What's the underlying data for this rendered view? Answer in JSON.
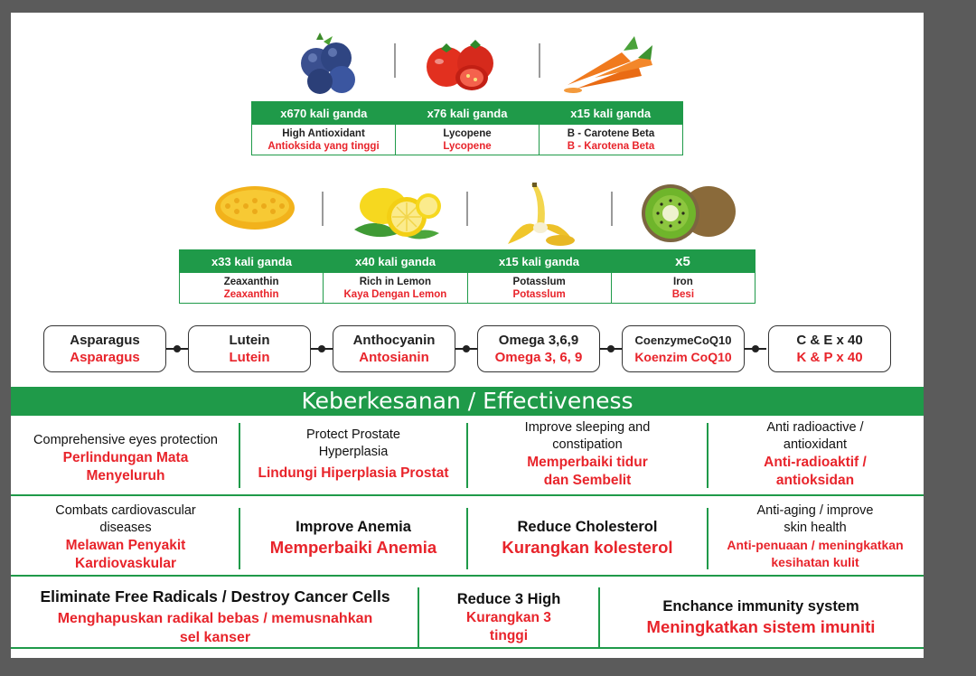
{
  "colors": {
    "green": "#1f9a49",
    "red": "#e8242b",
    "frame": "#5b5b5b"
  },
  "row1": {
    "fruits": [
      "blueberry-icon",
      "tomato-icon",
      "carrot-icon"
    ],
    "multipliers": [
      "x670  kali ganda",
      "x76  kali ganda",
      "x15  kali ganda"
    ],
    "items": [
      {
        "en": "High Antioxidant",
        "my": "Antioksida yang tinggi"
      },
      {
        "en": "Lycopene",
        "my": "Lycopene"
      },
      {
        "en": "B - Carotene Beta",
        "my": "B - Karotena Beta"
      }
    ]
  },
  "row2": {
    "fruits": [
      "corn-icon",
      "lemon-icon",
      "banana-icon",
      "kiwi-icon"
    ],
    "multipliers": [
      "x33  kali ganda",
      "x40  kali ganda",
      "x15  kali ganda",
      "x5"
    ],
    "items": [
      {
        "en": "Zeaxanthin",
        "my": "Zeaxanthin"
      },
      {
        "en": "Rich in Lemon",
        "my": "Kaya Dengan Lemon"
      },
      {
        "en": "Potasslum",
        "my": "Potasslum"
      },
      {
        "en": "Iron",
        "my": "Besi"
      }
    ]
  },
  "nutrients": [
    {
      "en": "Asparagus",
      "my": "Asparagus"
    },
    {
      "en": "Lutein",
      "my": "Lutein"
    },
    {
      "en": "Anthocyanin",
      "my": "Antosianin"
    },
    {
      "en": "Omega 3,6,9",
      "my": "Omega 3, 6, 9"
    },
    {
      "en": "CoenzymeCoQ10",
      "my": "Koenzim CoQ10"
    },
    {
      "en": "C & E x 40",
      "my": "K & P x 40"
    }
  ],
  "banner": "Keberkesanan / Effectiveness",
  "effects": {
    "row1": [
      {
        "en": "Comprehensive eyes protection",
        "my": "Perlindungan Mata\nMenyeluruh"
      },
      {
        "en": "Protect Prostate\nHyperplasia",
        "my": "Lindungi Hiperplasia Prostat"
      },
      {
        "en": "Improve sleeping and\nconstipation",
        "my": "Memperbaiki tidur\ndan Sembelit"
      },
      {
        "en": "Anti radioactive /\nantioxidant",
        "my": "Anti-radioaktif /\nantioksidan"
      }
    ],
    "row2": [
      {
        "en": "Combats cardiovascular\ndiseases",
        "my": "Melawan Penyakit\nKardiovaskular"
      },
      {
        "en": "Improve Anemia",
        "my": "Memperbaiki Anemia"
      },
      {
        "en": "Reduce Cholesterol",
        "my": "Kurangkan kolesterol"
      },
      {
        "en": "Anti-aging /  improve\nskin health",
        "my": "Anti-penuaan / meningkatkan\nkesihatan kulit"
      }
    ],
    "row3": [
      {
        "en": "Eliminate Free Radicals / Destroy Cancer Cells",
        "my": "Menghapuskan radikal bebas / memusnahkan\nsel kanser"
      },
      {
        "en": "Reduce 3 High",
        "my": "Kurangkan 3\ntinggi"
      },
      {
        "en": "Enchance immunity system",
        "my": "Meningkatkan sistem imuniti"
      }
    ]
  }
}
